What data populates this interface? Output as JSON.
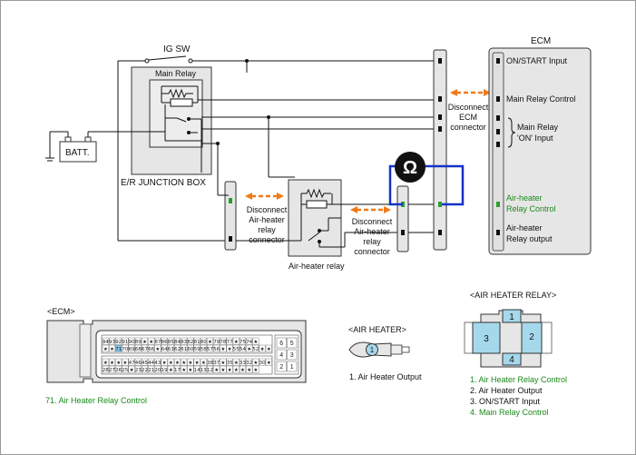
{
  "labels": {
    "ig_sw": "IG SW",
    "ecm": "ECM",
    "main_relay": "Main Relay",
    "batt": "BATT.",
    "junction_box": "E/R JUNCTION BOX",
    "air_heater_relay": "Air-heater relay",
    "ohm": "Ω",
    "disconnect_ecm": [
      "Disconnect",
      "ECM",
      "connector"
    ],
    "disconnect_relay_left": [
      "Disconnect",
      "Air-heater",
      "relay",
      "connector"
    ],
    "disconnect_relay_right": [
      "Disconnect",
      "Air-heater",
      "relay",
      "connector"
    ]
  },
  "ecm_pins": {
    "on_start": "ON/START Input",
    "main_relay_control": "Main Relay Control",
    "main_relay_on": [
      "Main Relay",
      "'ON' Input"
    ],
    "air_heater_relay_control": [
      "Air-heater",
      "Relay Control"
    ],
    "air_heater_relay_output": [
      "Air-heater",
      "Relay output"
    ]
  },
  "bottom": {
    "ecm_title": "<ECM>",
    "ecm_caption": "71. Air Heater Relay Control",
    "air_heater_title": "<AIR HEATER>",
    "air_heater_pin": "1",
    "air_heater_caption": "1. Air Heater Output",
    "relay_title": "<AIR HEATER RELAY>",
    "relay_pins": [
      "1",
      "2",
      "3",
      "4"
    ],
    "relay_legend": [
      "1. Air Heater Relay Control",
      "2. Air Heater Output",
      "3. ON/START Input",
      "4. Main Relay Control"
    ],
    "ecm_connector_rows": [
      [
        "94",
        "93",
        "92",
        "91",
        "90",
        "89",
        "★",
        "★",
        "87",
        "86",
        "85",
        "84",
        "83",
        "82",
        "81",
        "80",
        "★",
        "79",
        "78",
        "77",
        "★",
        "75",
        "74",
        "★"
      ],
      [
        "★",
        "★",
        "71",
        "70",
        "69",
        "68",
        "67",
        "66",
        "★",
        "64",
        "63",
        "62",
        "61",
        "60",
        "59",
        "58",
        "57",
        "56",
        "★",
        "★",
        "55",
        "54",
        "★",
        "52",
        "★",
        "★"
      ],
      [
        "★",
        "★",
        "★",
        "★",
        "47",
        "46",
        "45",
        "44",
        "43",
        "★",
        "★",
        "★",
        "★",
        "★",
        "★",
        "★",
        "38",
        "37",
        "★",
        "35",
        "★",
        "33",
        "32",
        "★",
        "30",
        "★"
      ],
      [
        "28",
        "27",
        "26",
        "25",
        "★",
        "23",
        "22",
        "21",
        "20",
        "19",
        "★",
        "17",
        "★",
        "★",
        "14",
        "13",
        "12",
        "★",
        "★",
        "★",
        "★",
        "★",
        "★",
        "★"
      ]
    ],
    "ecm_side_pins": [
      [
        "6",
        "5"
      ],
      [
        "4",
        "3"
      ],
      [
        "2",
        "1"
      ]
    ]
  },
  "colors": {
    "arrow": "#f07a1a",
    "ohm_loop": "#1432c8",
    "green_pin": "#2aa02a",
    "green_text": "#1a8a1a",
    "connector_fill": "#e6e6e6",
    "highlight_pin": "#7ec8e8"
  }
}
